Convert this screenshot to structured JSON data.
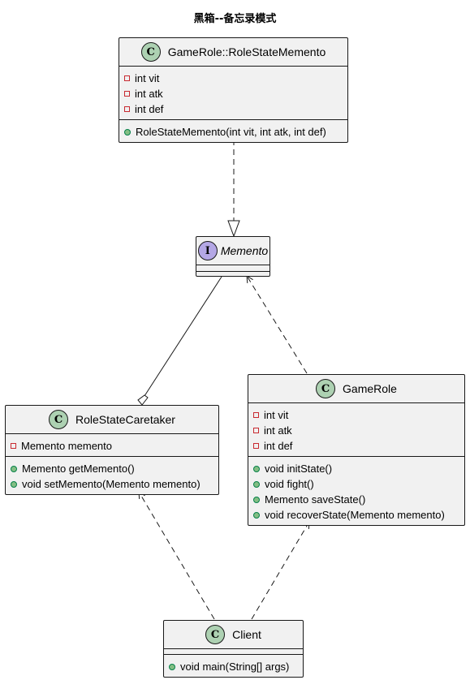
{
  "diagram": {
    "title": "黑箱--备忘录模式",
    "classes": {
      "role_state_memento": {
        "stereotype": "C",
        "name": "GameRole::RoleStateMemento",
        "fields": [
          "int vit",
          "int atk",
          "int def"
        ],
        "methods": [
          "RoleStateMemento(int vit, int atk, int def)"
        ]
      },
      "memento": {
        "stereotype": "I",
        "name": "Memento"
      },
      "role_state_caretaker": {
        "stereotype": "C",
        "name": "RoleStateCaretaker",
        "fields": [
          "Memento memento"
        ],
        "methods": [
          "Memento getMemento()",
          "void setMemento(Memento memento)"
        ]
      },
      "game_role": {
        "stereotype": "C",
        "name": "GameRole",
        "fields": [
          "int vit",
          "int atk",
          "int def"
        ],
        "methods": [
          "void initState()",
          "void fight()",
          "Memento saveState()",
          "void recoverState(Memento memento)"
        ]
      },
      "client": {
        "stereotype": "C",
        "name": "Client",
        "methods": [
          "void main(String[] args)"
        ]
      }
    },
    "relations": [
      {
        "from": "GameRole::RoleStateMemento",
        "to": "Memento",
        "type": "realization"
      },
      {
        "from": "RoleStateCaretaker",
        "to": "Memento",
        "type": "aggregation"
      },
      {
        "from": "GameRole",
        "to": "Memento",
        "type": "dependency"
      },
      {
        "from": "Client",
        "to": "RoleStateCaretaker",
        "type": "dependency"
      },
      {
        "from": "Client",
        "to": "GameRole",
        "type": "dependency"
      }
    ],
    "colors": {
      "class_fill": "#f1f1f1",
      "border": "#181818",
      "class_badge": "#add1b2",
      "interface_badge": "#b4a7e5",
      "private_marker": "#c82930",
      "public_marker": "#84be84"
    }
  }
}
